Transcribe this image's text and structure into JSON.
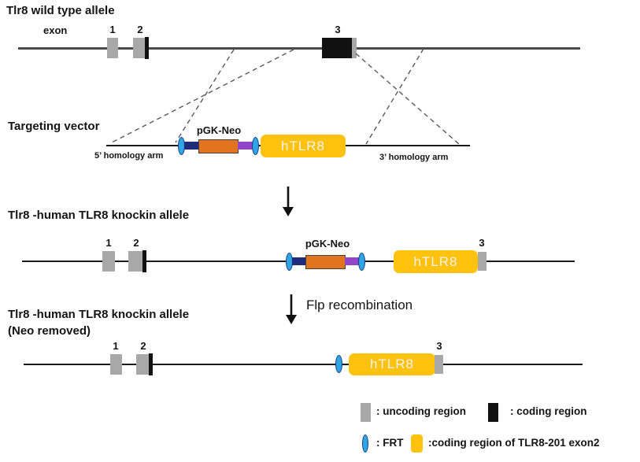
{
  "colors": {
    "uncoding_gray": "#a8a8a8",
    "coding_black": "#111111",
    "frt_blue": "#31a5e2",
    "frt_outline": "#16418f",
    "navy_linker": "#1f2c7c",
    "pgk_neo_orange": "#e2731f",
    "purple_linker": "#9146c8",
    "htlr8_yellow": "#ffc20e",
    "wildtype_line_gray": "#4a4a4a",
    "allele_line_black": "#1a1a1a"
  },
  "wild_type": {
    "title": "Tlr8 wild type allele",
    "exon_label": "exon",
    "exon1_label": "1",
    "exon2_label": "2",
    "exon3_label": "3"
  },
  "targeting_vector": {
    "title": "Targeting vector",
    "pgk_neo_label": "pGK-Neo",
    "htlr8_label": "hTLR8",
    "homology_arm_5": "5’ homology arm",
    "homology_arm_3": "3’ homology arm"
  },
  "knockin": {
    "title": "Tlr8 -human TLR8 knockin allele",
    "exon1_label": "1",
    "exon2_label": "2",
    "exon3_label": "3",
    "pgk_neo_label": "pGK-Neo",
    "htlr8_label": "hTLR8"
  },
  "flp_step": {
    "label": "Flp recombination"
  },
  "neo_removed": {
    "title_line1": "Tlr8 -human TLR8 knockin allele",
    "title_line2": "(Neo removed)",
    "exon1_label": "1",
    "exon2_label": "2",
    "exon3_label": "3",
    "htlr8_label": "hTLR8"
  },
  "legend": {
    "uncoding_label": ": uncoding region",
    "coding_label": ": coding region",
    "frt_label": ": FRT",
    "tlr8_exon2_label": ":coding region of TLR8-201 exon2"
  }
}
